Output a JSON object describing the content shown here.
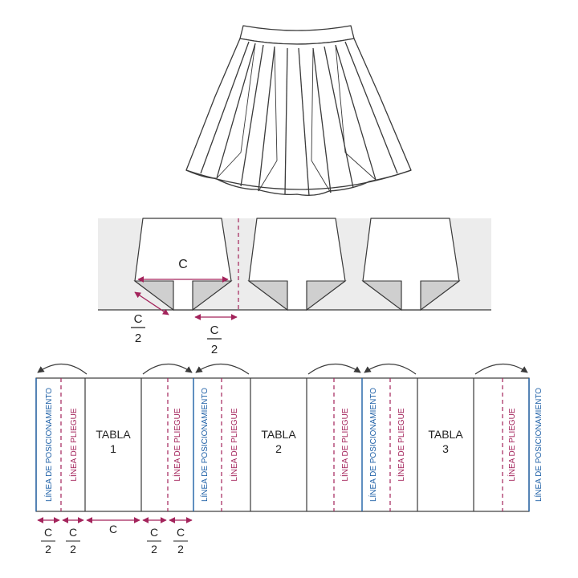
{
  "colors": {
    "outline": "#3a3a3a",
    "accent": "#a3235b",
    "blue": "#1d5fa6",
    "fold_bg": "#ececec",
    "shadow": "#cfcfcf"
  },
  "fold_detail": {
    "width_label": "C",
    "half_num": "C",
    "half_den": "2",
    "half_num_2": "C",
    "half_den_2": "2"
  },
  "pattern": {
    "panel_word": "TABLA",
    "panels": [
      "1",
      "2",
      "3"
    ],
    "position_line": "LÍNEA DE POSICIONAMIENTO",
    "fold_line": "LÍNEA DE PLIEGUE",
    "measures": {
      "half_1": {
        "num": "C",
        "den": "2"
      },
      "half_2": {
        "num": "C",
        "den": "2"
      },
      "full": "C",
      "half_3": {
        "num": "C",
        "den": "2"
      },
      "half_4": {
        "num": "C",
        "den": "2"
      }
    }
  }
}
